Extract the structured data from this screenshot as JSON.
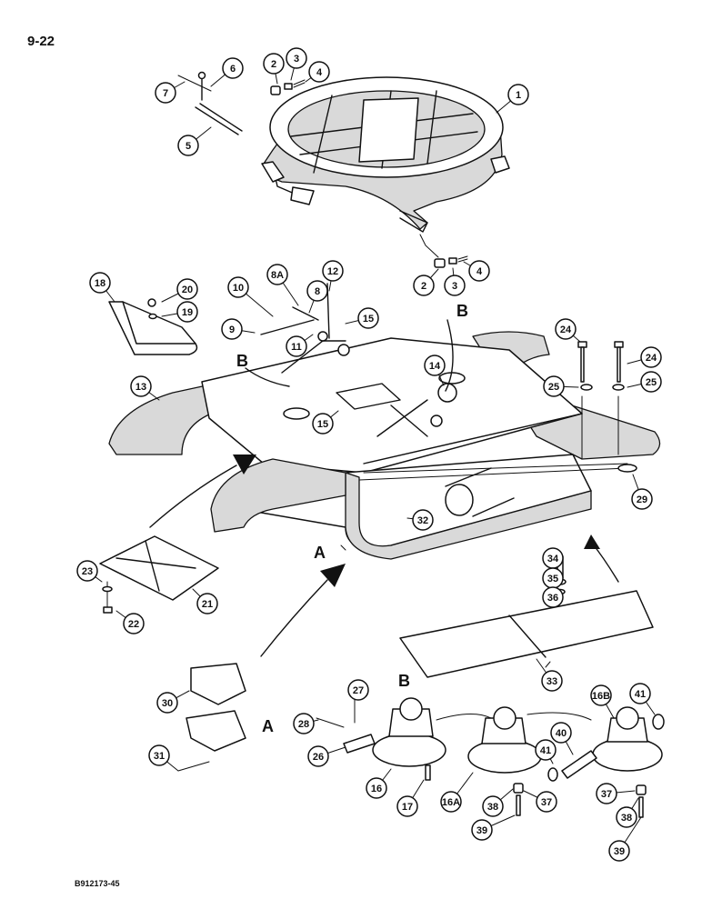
{
  "page_number": "9-22",
  "figure_code": "B912173-45",
  "callouts": {
    "B": "B",
    "A": "A"
  },
  "balloons": [
    "1",
    "2",
    "3",
    "4",
    "5",
    "6",
    "7",
    "2",
    "3",
    "4",
    "8A",
    "8",
    "9",
    "10",
    "11",
    "12",
    "15",
    "13",
    "14",
    "15",
    "18",
    "20",
    "19",
    "B",
    "24",
    "24",
    "25",
    "25",
    "29",
    "32",
    "23",
    "21",
    "22",
    "34",
    "35",
    "36",
    "33",
    "30",
    "31",
    "27",
    "28",
    "26",
    "16",
    "17",
    "16A",
    "38",
    "39",
    "37",
    "40",
    "41",
    "16B",
    "41",
    "37",
    "38",
    "39"
  ]
}
